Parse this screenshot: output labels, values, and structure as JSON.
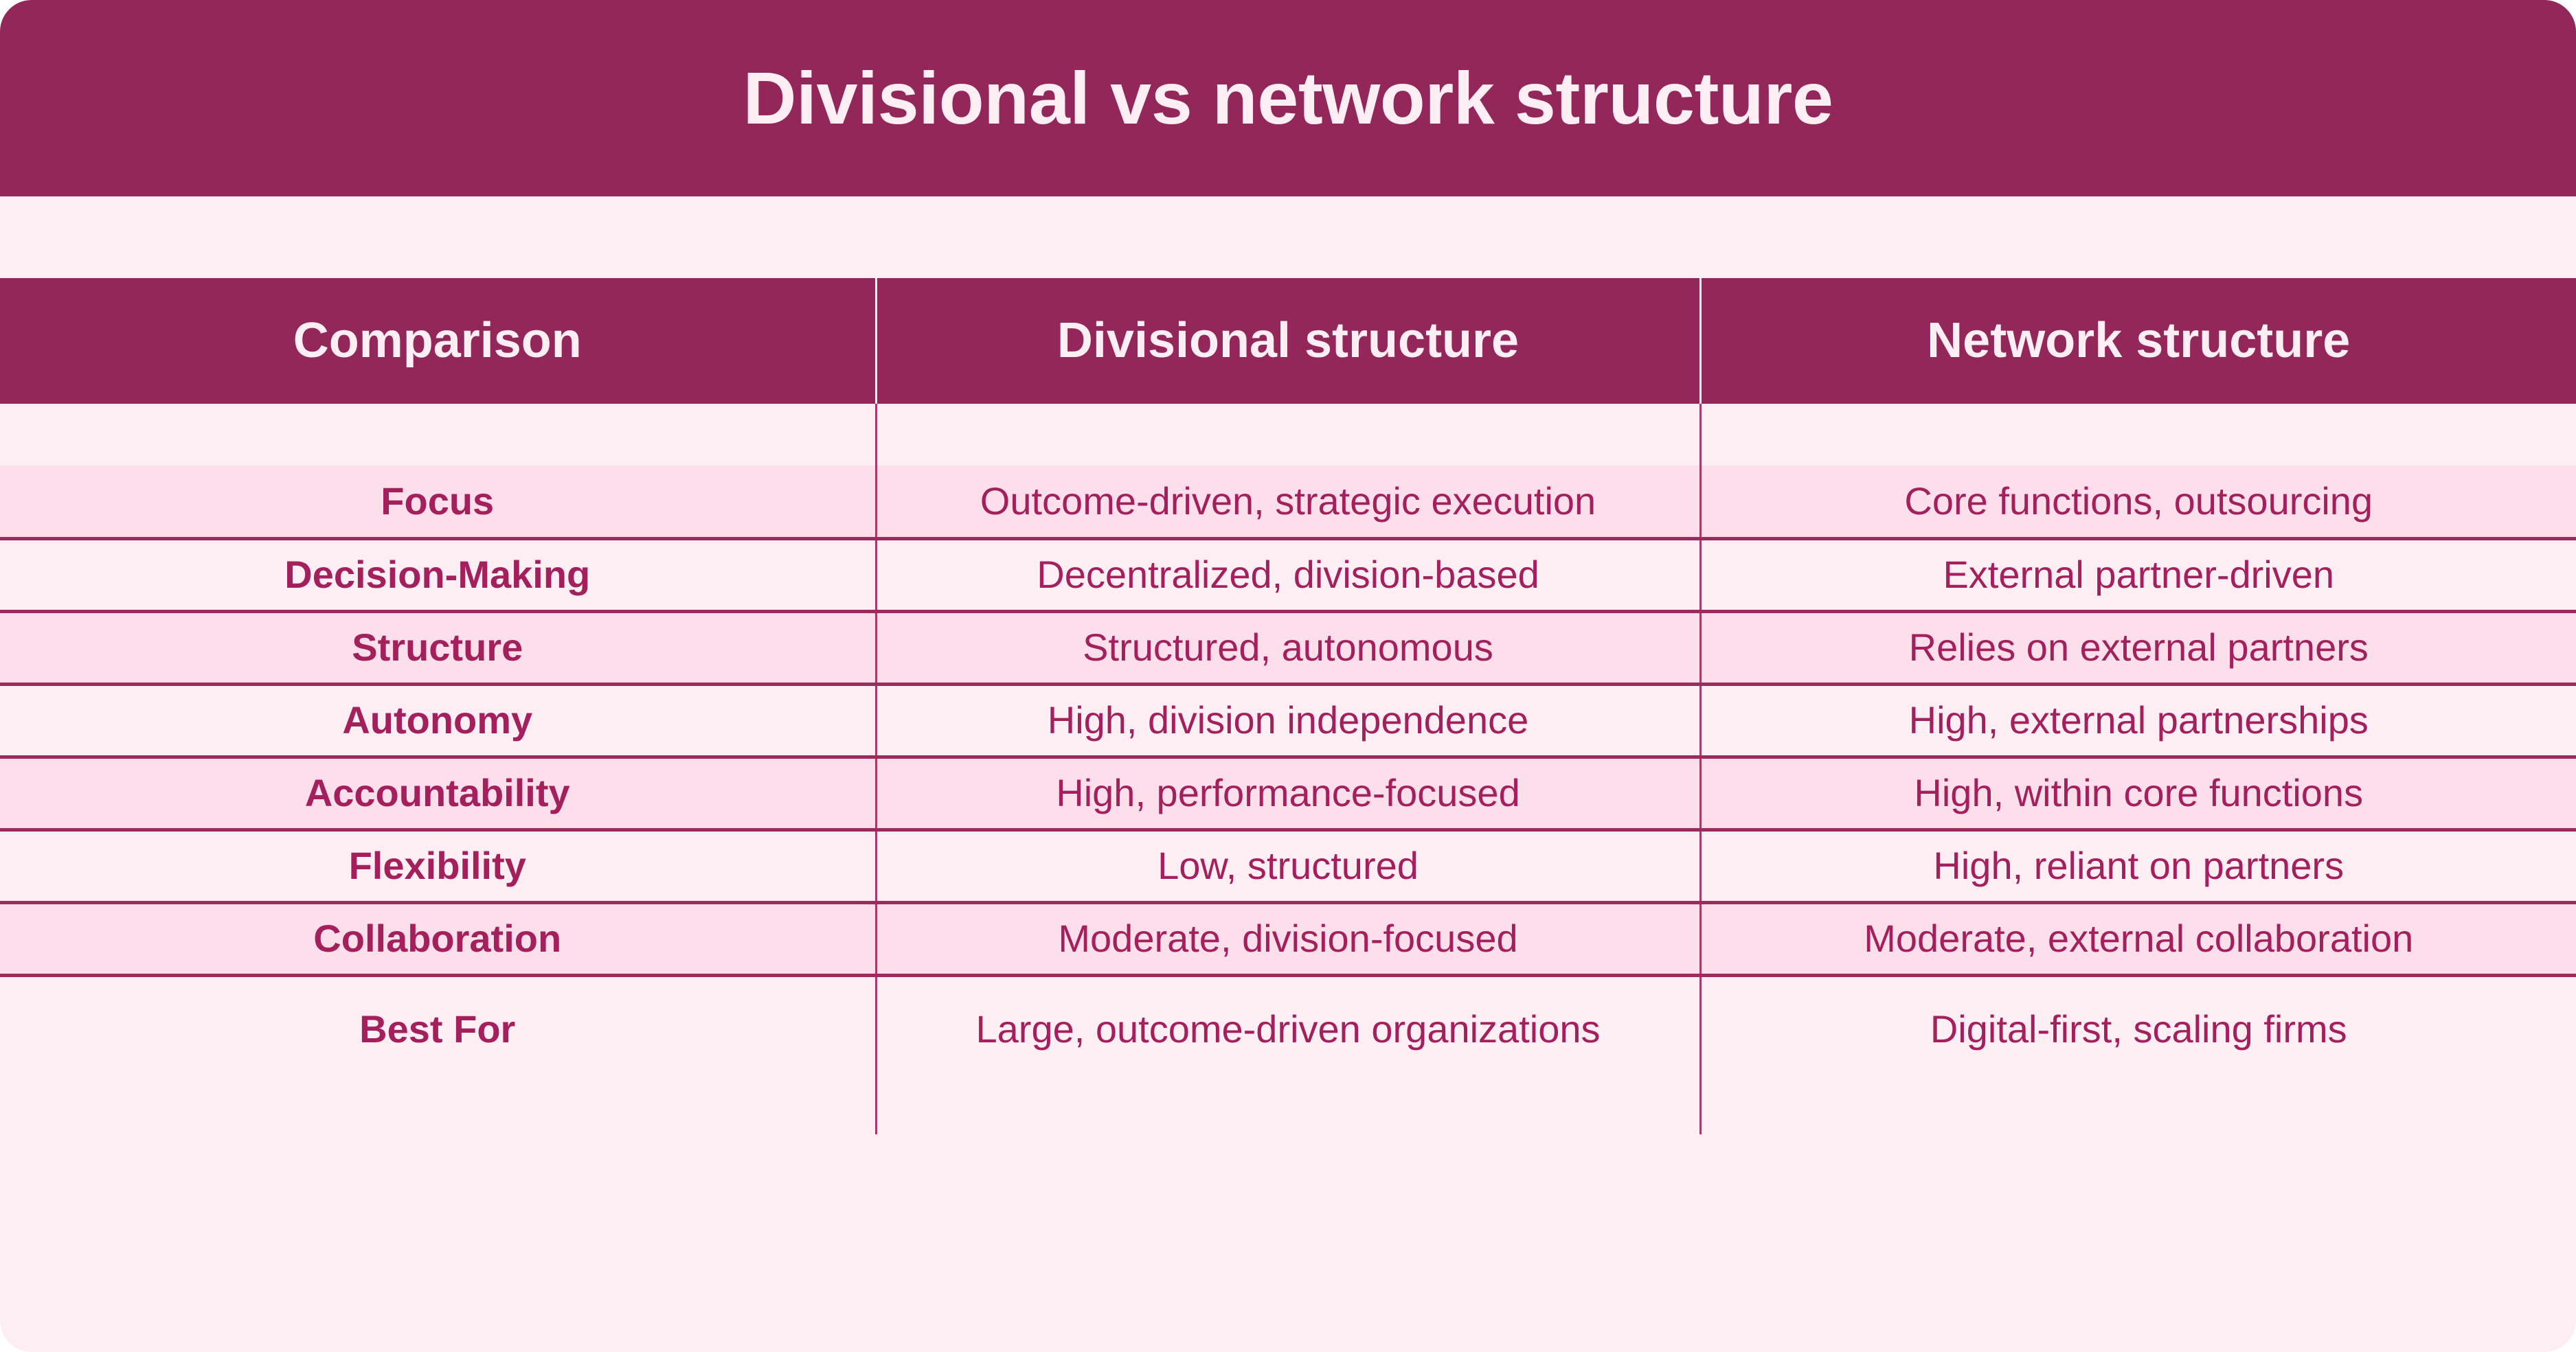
{
  "document": {
    "title": "Divisional vs network structure"
  },
  "colors": {
    "brand_dark": "#94275a",
    "brand_text": "#a4205c",
    "row_light": "#fdeef4",
    "row_dark": "#fcdfeb",
    "divider": "#a83a68",
    "row_border": "#9c2a5d",
    "header_text": "#fdeef4",
    "page_background": "#ffffff"
  },
  "table": {
    "headers": [
      "Comparison",
      "Divisional structure",
      "Network structure"
    ],
    "rows": [
      {
        "label": "Focus",
        "divisional": "Outcome-driven, strategic execution",
        "network": "Core functions, outsourcing"
      },
      {
        "label": "Decision-Making",
        "divisional": "Decentralized, division-based",
        "network": "External partner-driven"
      },
      {
        "label": "Structure",
        "divisional": "Structured, autonomous",
        "network": "Relies on external partners"
      },
      {
        "label": "Autonomy",
        "divisional": "High, division independence",
        "network": "High, external partnerships"
      },
      {
        "label": "Accountability",
        "divisional": "High, performance-focused",
        "network": "High, within core functions"
      },
      {
        "label": "Flexibility",
        "divisional": "Low, structured",
        "network": "High, reliant on partners"
      },
      {
        "label": "Collaboration",
        "divisional": "Moderate, division-focused",
        "network": "Moderate, external collaboration"
      },
      {
        "label": "Best For",
        "divisional": "Large, outcome-driven organizations",
        "network": "Digital-first, scaling firms"
      }
    ]
  }
}
